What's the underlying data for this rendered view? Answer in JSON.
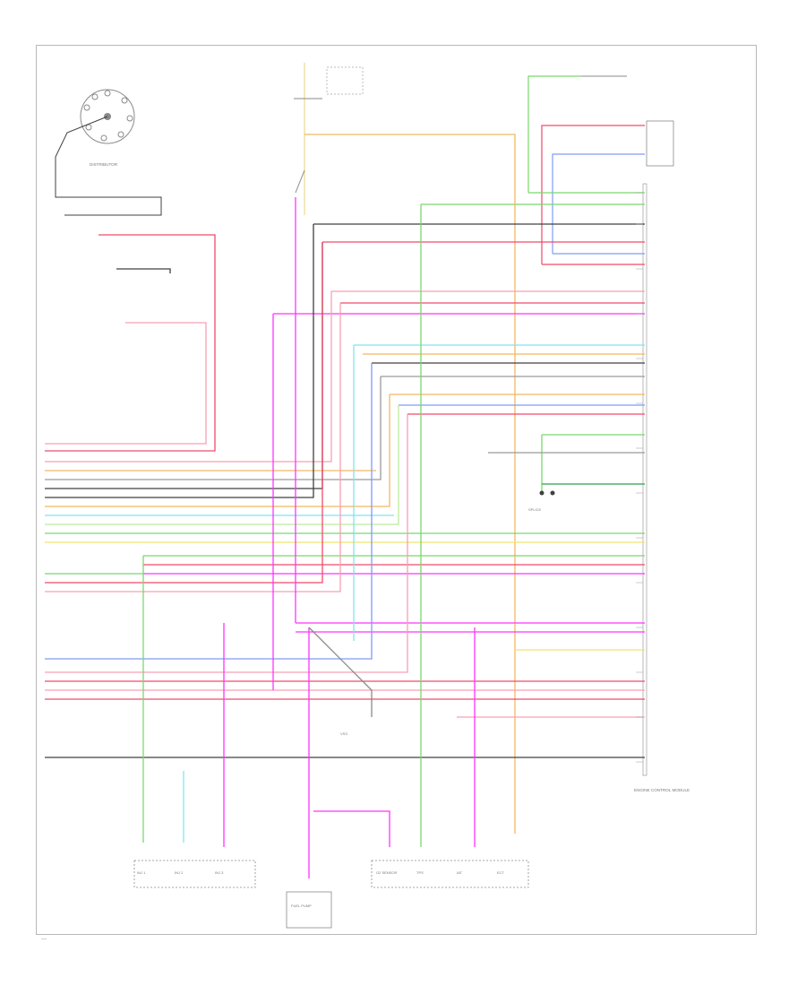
{
  "diagram": {
    "title": "Wiring diagram — engine control circuits (reduced scan, most lettering illegible)",
    "page_marker": "—",
    "components": {
      "distributor": "DISTRIBUTOR",
      "ecm": "ENGINE CONTROL MODULE",
      "injector_1": "INJ 1",
      "injector_2": "INJ 2",
      "injector_3": "INJ 3",
      "fuel_pump": "FUEL PUMP",
      "o2_sensor": "O2 SENSOR",
      "tps": "TPS",
      "iat": "IAT",
      "ect": "ECT",
      "splice": "SPLICE",
      "vss": "VSS"
    },
    "wire_colors": {
      "red": "#f04a6a",
      "pink": "#f7a0b4",
      "magenta": "#ff33ff",
      "orange": "#f4b860",
      "yellow": "#f2e46e",
      "green": "#7ad86e",
      "dark_green": "#2aa04a",
      "light_green": "#b9ee9a",
      "cyan": "#7fe4ef",
      "blue": "#7f9cf4",
      "black": "#404040",
      "gray": "#9a9a9a",
      "tan": "#e8c9a0",
      "white": "#e6e6e6"
    }
  }
}
